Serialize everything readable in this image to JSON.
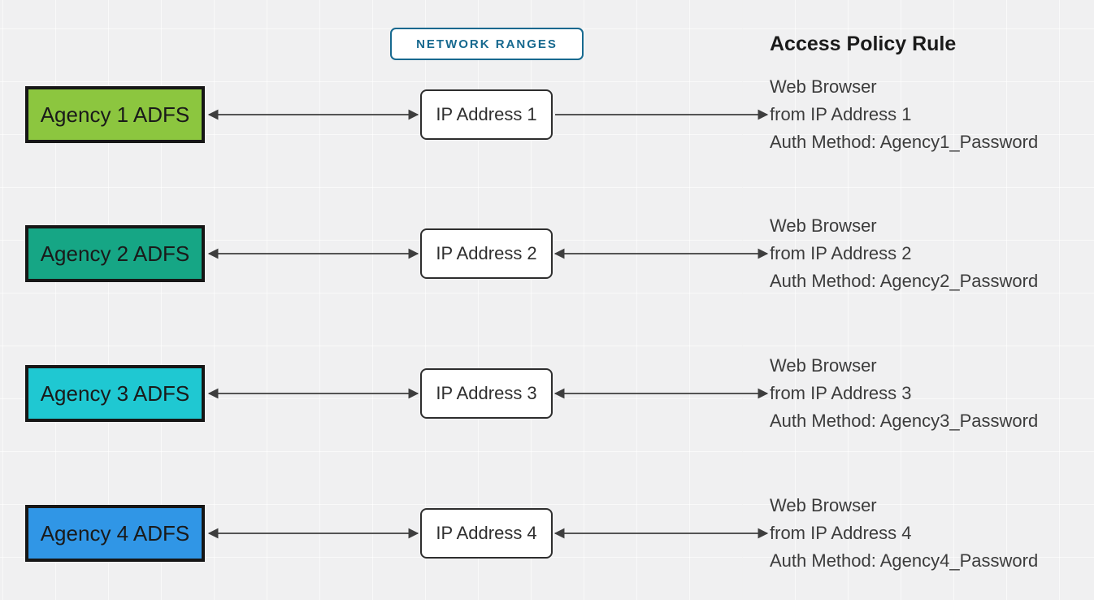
{
  "badge": {
    "label": "NETWORK RANGES",
    "color": "#17698f"
  },
  "header": {
    "title": "Access Policy Rule"
  },
  "colors": {
    "arrow": "#3e3e3e",
    "node_border": "#161616",
    "canvas_bg": "#f0f0f1"
  },
  "rows": [
    {
      "agency_label": "Agency 1 ADFS",
      "agency_color": "#8cc63f",
      "ip_label": "IP Address 1",
      "policy_lines": [
        "Web Browser",
        "from IP Address 1",
        "Auth Method: Agency1_Password"
      ],
      "left_arrow": "bidirectional",
      "right_arrow": "right-only"
    },
    {
      "agency_label": "Agency 2 ADFS",
      "agency_color": "#16a685",
      "ip_label": "IP Address 2",
      "policy_lines": [
        "Web Browser",
        "from IP Address 2",
        "Auth Method: Agency2_Password"
      ],
      "left_arrow": "bidirectional",
      "right_arrow": "bidirectional"
    },
    {
      "agency_label": "Agency 3 ADFS",
      "agency_color": "#1fc8d2",
      "ip_label": "IP Address 3",
      "policy_lines": [
        "Web Browser",
        "from IP Address 3",
        "Auth Method: Agency3_Password"
      ],
      "left_arrow": "bidirectional",
      "right_arrow": "bidirectional"
    },
    {
      "agency_label": "Agency 4 ADFS",
      "agency_color": "#3096e6",
      "ip_label": "IP Address 4",
      "policy_lines": [
        "Web Browser",
        "from IP Address 4",
        "Auth Method: Agency4_Password"
      ],
      "left_arrow": "bidirectional",
      "right_arrow": "bidirectional"
    }
  ]
}
